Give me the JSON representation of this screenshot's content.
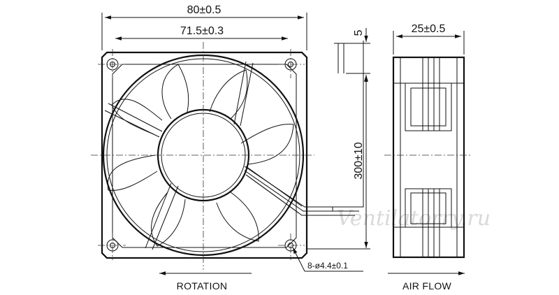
{
  "dimensions": {
    "overall_width": "80±0.5",
    "hole_spacing": "71.5±0.3",
    "lead_offset": "5",
    "lead_length": "300±10",
    "thickness": "25±0.5",
    "mounting_holes": "8-ø4.4±0.1"
  },
  "captions": {
    "rotation": "ROTATION",
    "air_flow": "AIR FLOW"
  },
  "watermark": "Ventilatorry.ru"
}
